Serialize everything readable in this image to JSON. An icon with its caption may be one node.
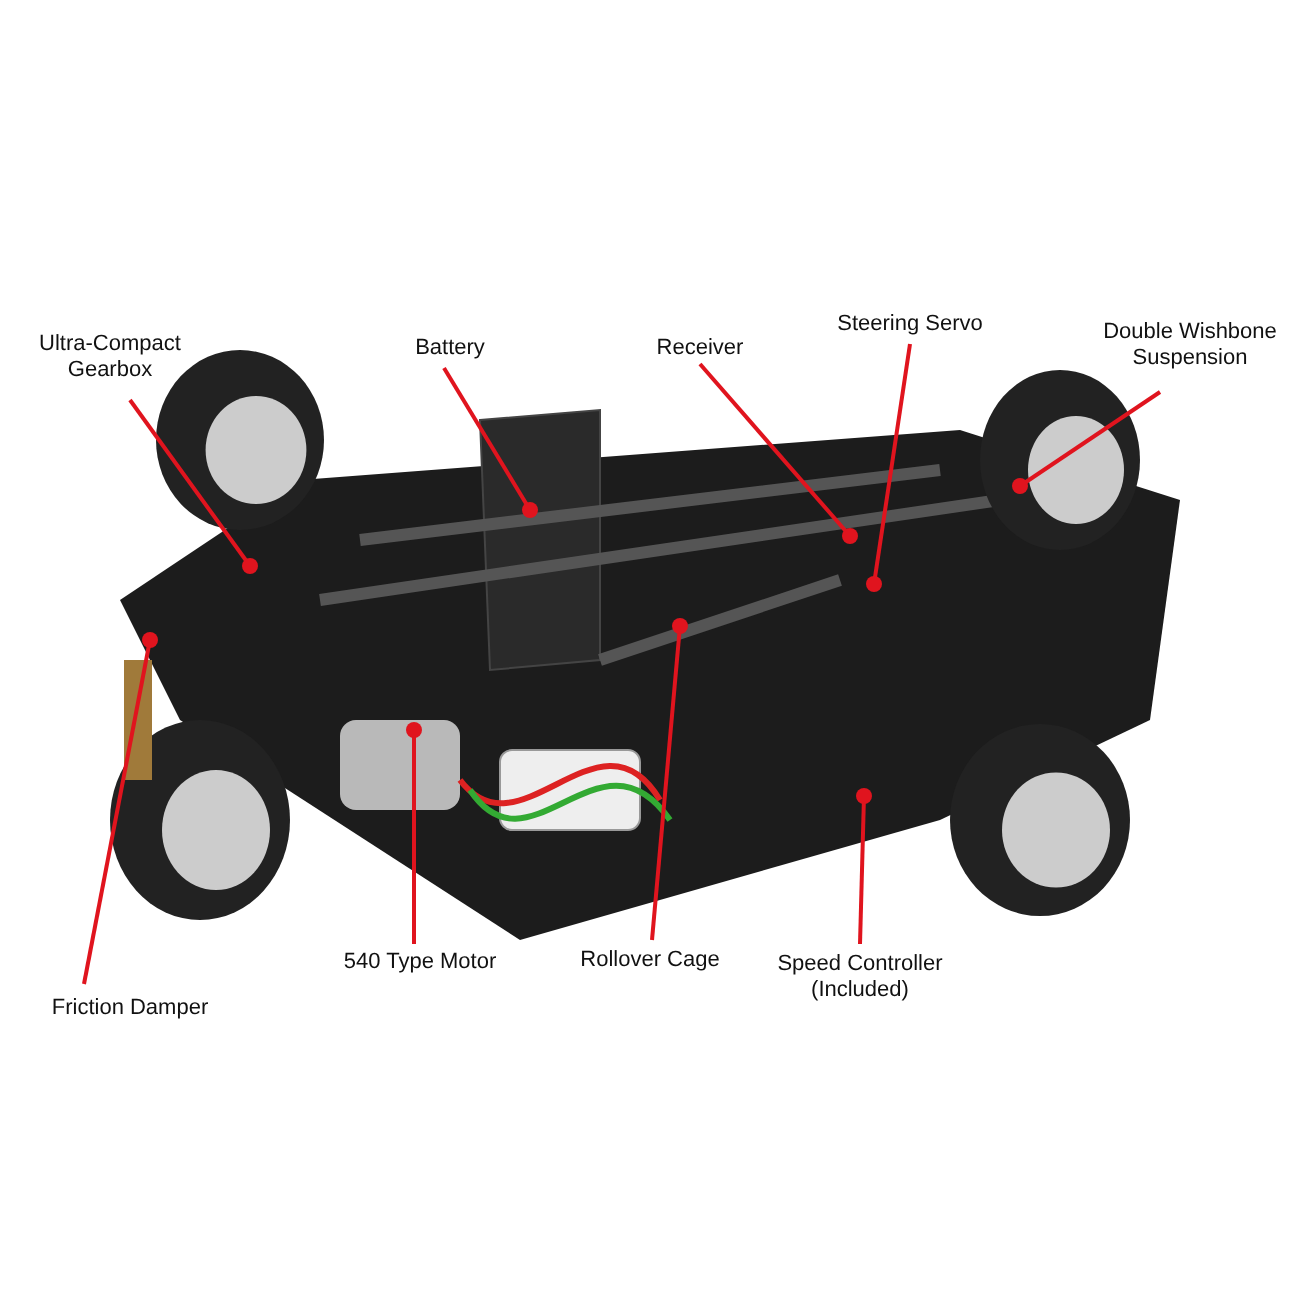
{
  "diagram": {
    "nodes": [
      {
        "text": [
          "Ultra-Compact Gearbox"
        ]
      },
      {
        "text": [
          "Battery"
        ]
      },
      {
        "text": [
          "Receiver"
        ]
      },
      {
        "text": [
          "Steering Servo"
        ]
      },
      {
        "text": [
          "Double Wishbone Suspension"
        ]
      },
      {
        "text": [
          "Friction Damper"
        ]
      },
      {
        "text": [
          "540 Type Motor"
        ]
      },
      {
        "text": [
          "Rollover Cage"
        ]
      },
      {
        "text": [
          "Speed Controller (Included)"
        ]
      }
    ],
    "edges": [
      {
        "from": 0,
        "to": null,
        "arrow": "other"
      },
      {
        "from": 1,
        "to": null,
        "arrow": "other"
      },
      {
        "from": 2,
        "to": null,
        "arrow": "other"
      },
      {
        "from": 3,
        "to": null,
        "arrow": "other"
      },
      {
        "from": 4,
        "to": null,
        "arrow": "other"
      },
      {
        "from": 5,
        "to": null,
        "arrow": "other"
      },
      {
        "from": 6,
        "to": null,
        "arrow": "other"
      },
      {
        "from": 7,
        "to": null,
        "arrow": "other"
      },
      {
        "from": 8,
        "to": null,
        "arrow": "other"
      }
    ]
  }
}
